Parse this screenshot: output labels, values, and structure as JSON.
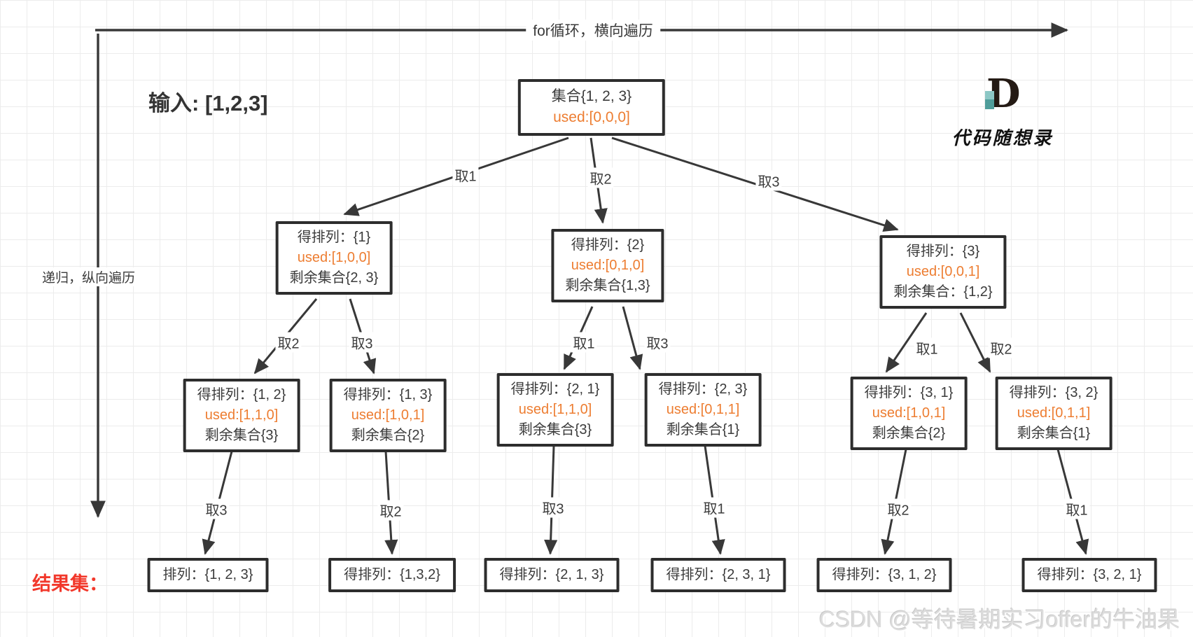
{
  "annotations": {
    "top_arrow_label": "for循环，横向遍历",
    "left_arrow_label": "递归，纵向遍历",
    "input_label": "输入: [1,2,3]",
    "result_set_label": "结果集：",
    "watermark": "CSDN @等待暑期实习offer的牛油果"
  },
  "logo": {
    "glyph": "D",
    "brand": "代码随想录"
  },
  "colors": {
    "used_orange": "#ED7D31",
    "result_red": "#F2382B",
    "edge_dark": "#383838",
    "box_border": "#2d2d2d",
    "logo_teal": "#4f9d9a"
  },
  "tree": {
    "root": {
      "l1": "集合{1, 2, 3}",
      "l2": "used:[0,0,0]"
    },
    "level2": [
      {
        "l1": "得排列：{1}",
        "l2": "used:[1,0,0]",
        "l3": "剩余集合{2, 3}"
      },
      {
        "l1": "得排列：{2}",
        "l2": "used:[0,1,0]",
        "l3": "剩余集合{1,3}"
      },
      {
        "l1": "得排列：{3}",
        "l2": "used:[0,0,1]",
        "l3": "剩余集合：{1,2}"
      }
    ],
    "level3": [
      {
        "l1": "得排列：{1, 2}",
        "l2": "used:[1,1,0]",
        "l3": "剩余集合{3}"
      },
      {
        "l1": "得排列：{1, 3}",
        "l2": "used:[1,0,1]",
        "l3": "剩余集合{2}"
      },
      {
        "l1": "得排列：{2, 1}",
        "l2": "used:[1,1,0]",
        "l3": "剩余集合{3}"
      },
      {
        "l1": "得排列：{2, 3}",
        "l2": "used:[0,1,1]",
        "l3": "剩余集合{1}"
      },
      {
        "l1": "得排列：{3, 1}",
        "l2": "used:[1,0,1]",
        "l3": "剩余集合{2}"
      },
      {
        "l1": "得排列：{3, 2}",
        "l2": "used:[0,1,1]",
        "l3": "剩余集合{1}"
      }
    ],
    "results": [
      "排列：{1, 2, 3}",
      "得排列：{1,3,2}",
      "得排列：{2, 1, 3}",
      "得排列：{2, 3, 1}",
      "得排列：{3, 1, 2}",
      "得排列：{3, 2, 1}"
    ],
    "edge_labels": {
      "level1": [
        "取1",
        "取2",
        "取3"
      ],
      "level2": [
        "取2",
        "取3",
        "取1",
        "取3",
        "取1",
        "取2"
      ],
      "level3": [
        "取3",
        "取2",
        "取3",
        "取1",
        "取2",
        "取1"
      ]
    }
  }
}
